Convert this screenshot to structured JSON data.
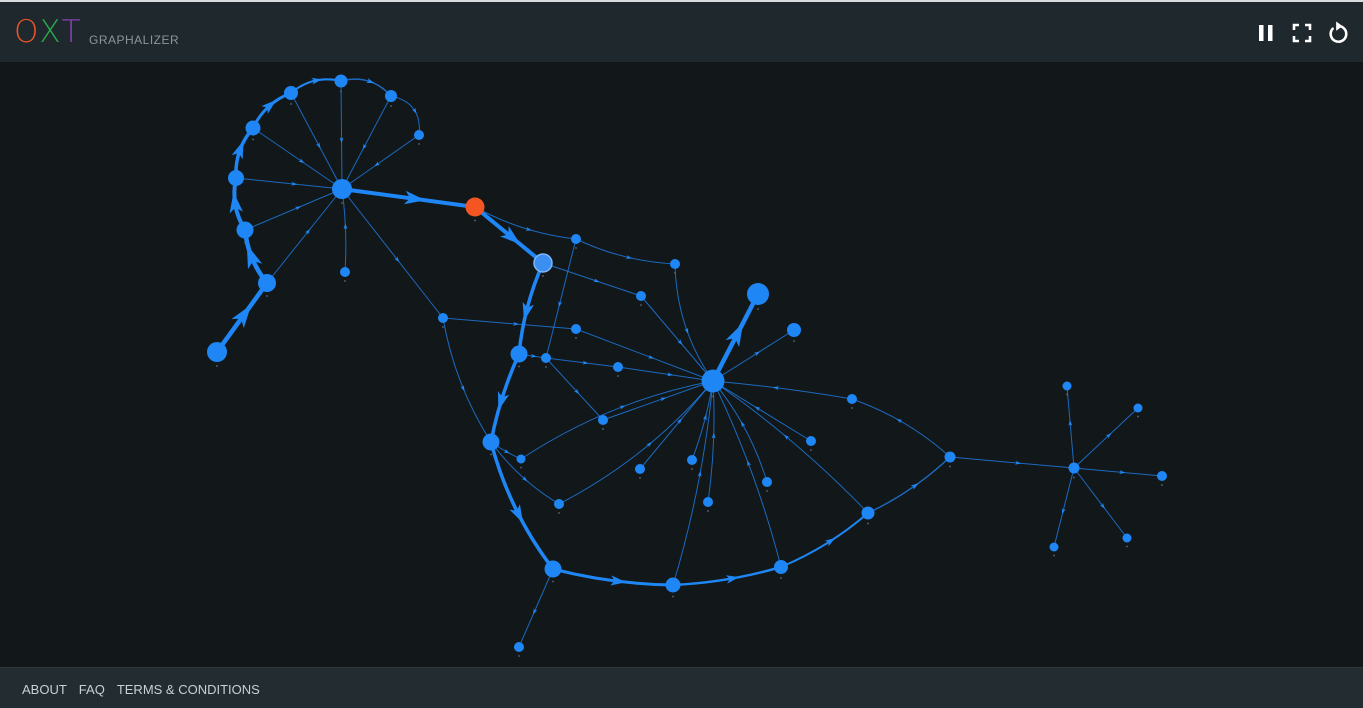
{
  "header": {
    "logo": [
      {
        "char": "O",
        "color": "#e8542a"
      },
      {
        "char": "X",
        "color": "#2aa84a"
      },
      {
        "char": "T",
        "color": "#8a3fb5"
      }
    ],
    "app_name": "GRAPHALIZER",
    "controls": [
      {
        "name": "pause-button",
        "icon": "pause-icon"
      },
      {
        "name": "fullscreen-button",
        "icon": "fullscreen-icon"
      },
      {
        "name": "reset-button",
        "icon": "reset-icon"
      }
    ]
  },
  "graph": {
    "node_color": "#1f86f5",
    "highlight_color": "#f55523",
    "hover_color": "#3a8ff0"
  },
  "footer": {
    "links": [
      "ABOUT",
      "FAQ",
      "TERMS & CONDITIONS"
    ]
  }
}
